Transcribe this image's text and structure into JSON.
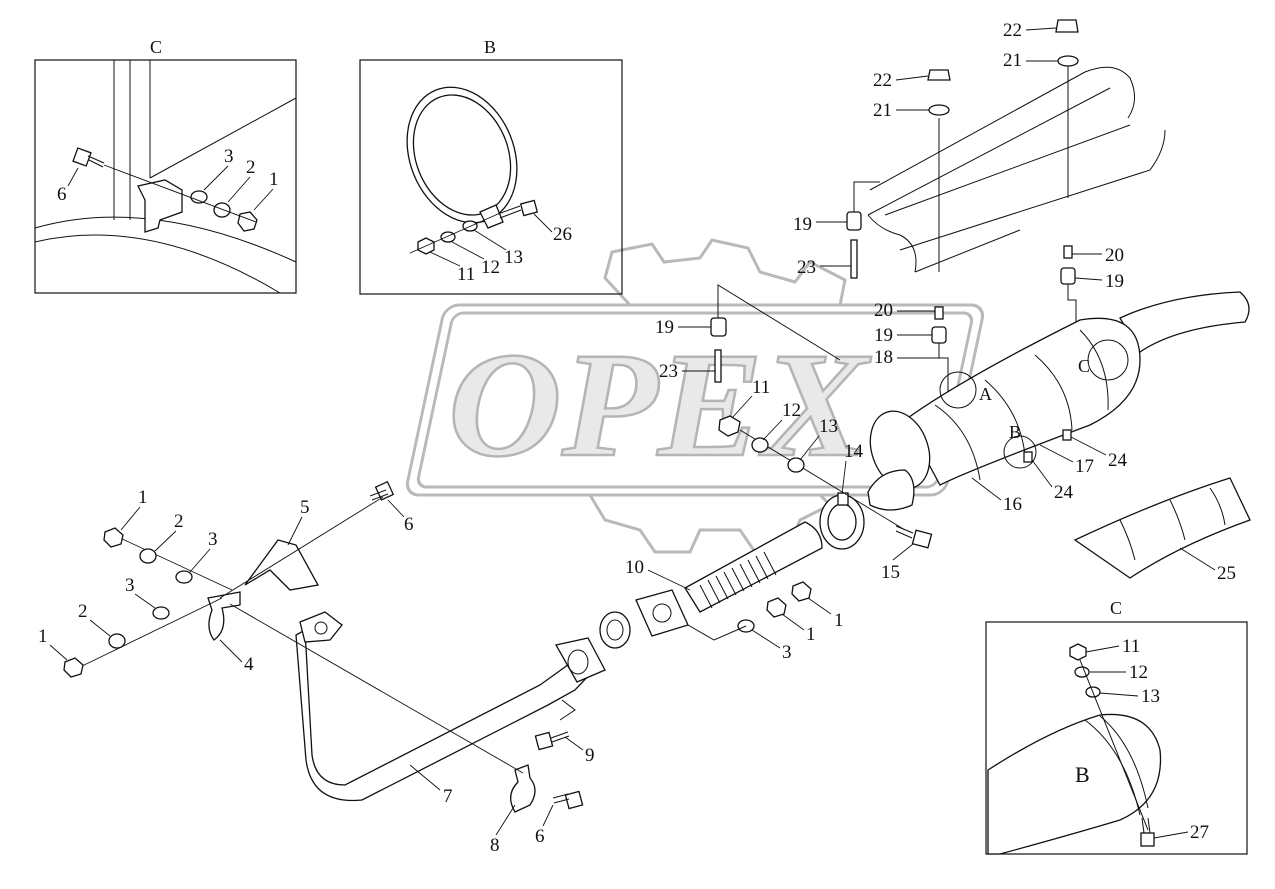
{
  "watermark": {
    "text": "OPEX"
  },
  "insets": {
    "c_top_left": {
      "title": "C"
    },
    "b_top": {
      "title": "B"
    },
    "c_bottom_right": {
      "title": "C"
    }
  },
  "callouts": {
    "A": "A",
    "B": "B",
    "C": "C",
    "B_large": "B"
  },
  "labels": {
    "inset_c_1": "1",
    "inset_c_2": "2",
    "inset_c_3": "3",
    "inset_c_6": "6",
    "inset_b_11": "11",
    "inset_b_12": "12",
    "inset_b_13": "13",
    "inset_b_26": "26",
    "l22a": "22",
    "l21a": "21",
    "l22b": "22",
    "l21b": "21",
    "l19a": "19",
    "l23a": "23",
    "l20a": "20",
    "l19b": "19",
    "l20b": "20",
    "l19c": "19",
    "l18": "18",
    "l19d": "19",
    "l23b": "23",
    "l11": "11",
    "l12": "12",
    "l13": "13",
    "l14": "14",
    "l15": "15",
    "l16": "16",
    "l17": "17",
    "l24a": "24",
    "l24b": "24",
    "l25": "25",
    "l6a": "6",
    "l5": "5",
    "l1a": "1",
    "l2a": "2",
    "l3a": "3",
    "l3b": "3",
    "l2b": "2",
    "l1b": "1",
    "l4": "4",
    "l10": "10",
    "l1c": "1",
    "l1d": "1",
    "l3c": "3",
    "l9": "9",
    "l7": "7",
    "l8": "8",
    "l6b": "6",
    "inset_c2_11": "11",
    "inset_c2_12": "12",
    "inset_c2_13": "13",
    "inset_c2_27": "27"
  }
}
